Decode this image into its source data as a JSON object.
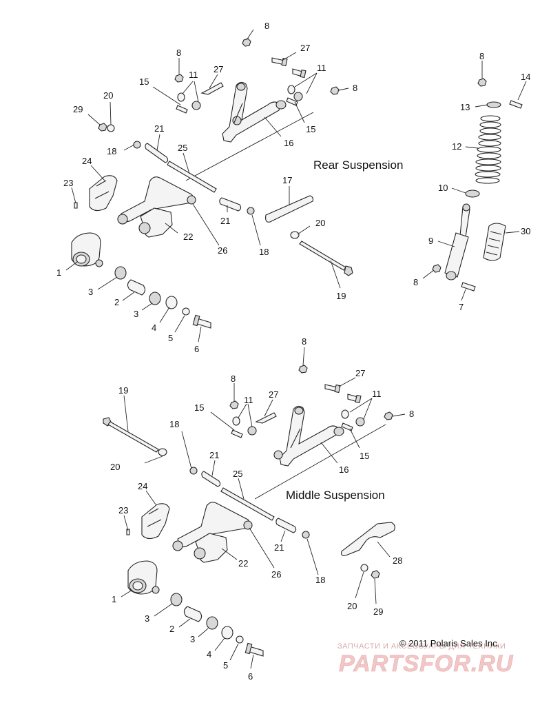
{
  "sections": {
    "rear": "Rear Suspension",
    "middle": "Middle Suspension"
  },
  "copyright": "© 2011 Polaris Sales Inc.",
  "watermark": {
    "small": "ЗАПЧАСТИ И АКСЕССУАРЫ ДЛЯ ТЕХНИКИ",
    "brand": "PARTSFOR.RU"
  },
  "callouts": {
    "rear": [
      {
        "id": "r8a",
        "label": "8"
      },
      {
        "id": "r27a",
        "label": "27"
      },
      {
        "id": "r8b",
        "label": "8"
      },
      {
        "id": "r27b",
        "label": "27"
      },
      {
        "id": "r11a",
        "label": "11"
      },
      {
        "id": "r11b",
        "label": "11"
      },
      {
        "id": "r8c",
        "label": "8"
      },
      {
        "id": "r15a",
        "label": "15"
      },
      {
        "id": "r20a",
        "label": "20"
      },
      {
        "id": "r29",
        "label": "29"
      },
      {
        "id": "r15b",
        "label": "15"
      },
      {
        "id": "r16",
        "label": "16"
      },
      {
        "id": "r21a",
        "label": "21"
      },
      {
        "id": "r18a",
        "label": "18"
      },
      {
        "id": "r25",
        "label": "25"
      },
      {
        "id": "r24",
        "label": "24"
      },
      {
        "id": "r23",
        "label": "23"
      },
      {
        "id": "r17",
        "label": "17"
      },
      {
        "id": "r21b",
        "label": "21"
      },
      {
        "id": "r22",
        "label": "22"
      },
      {
        "id": "r26",
        "label": "26"
      },
      {
        "id": "r18b",
        "label": "18"
      },
      {
        "id": "r20b",
        "label": "20"
      },
      {
        "id": "r1",
        "label": "1"
      },
      {
        "id": "r3a",
        "label": "3"
      },
      {
        "id": "r2",
        "label": "2"
      },
      {
        "id": "r3b",
        "label": "3"
      },
      {
        "id": "r4",
        "label": "4"
      },
      {
        "id": "r5",
        "label": "5"
      },
      {
        "id": "r6",
        "label": "6"
      },
      {
        "id": "r19",
        "label": "19"
      }
    ],
    "shock": [
      {
        "id": "s8a",
        "label": "8"
      },
      {
        "id": "s14",
        "label": "14"
      },
      {
        "id": "s13",
        "label": "13"
      },
      {
        "id": "s12",
        "label": "12"
      },
      {
        "id": "s10",
        "label": "10"
      },
      {
        "id": "s30",
        "label": "30"
      },
      {
        "id": "s9",
        "label": "9"
      },
      {
        "id": "s8b",
        "label": "8"
      },
      {
        "id": "s7",
        "label": "7"
      }
    ],
    "middle": [
      {
        "id": "m8a",
        "label": "8"
      },
      {
        "id": "m27a",
        "label": "27"
      },
      {
        "id": "m8b",
        "label": "8"
      },
      {
        "id": "m11a",
        "label": "11"
      },
      {
        "id": "m27b",
        "label": "27"
      },
      {
        "id": "m11b",
        "label": "11"
      },
      {
        "id": "m8c",
        "label": "8"
      },
      {
        "id": "m19",
        "label": "19"
      },
      {
        "id": "m15a",
        "label": "15"
      },
      {
        "id": "m18a",
        "label": "18"
      },
      {
        "id": "m15b",
        "label": "15"
      },
      {
        "id": "m21a",
        "label": "21"
      },
      {
        "id": "m16",
        "label": "16"
      },
      {
        "id": "m20a",
        "label": "20"
      },
      {
        "id": "m25",
        "label": "25"
      },
      {
        "id": "m24",
        "label": "24"
      },
      {
        "id": "m23",
        "label": "23"
      },
      {
        "id": "m21b",
        "label": "21"
      },
      {
        "id": "m28",
        "label": "28"
      },
      {
        "id": "m22",
        "label": "22"
      },
      {
        "id": "m26",
        "label": "26"
      },
      {
        "id": "m18b",
        "label": "18"
      },
      {
        "id": "m1",
        "label": "1"
      },
      {
        "id": "m20b",
        "label": "20"
      },
      {
        "id": "m29",
        "label": "29"
      },
      {
        "id": "m3a",
        "label": "3"
      },
      {
        "id": "m2",
        "label": "2"
      },
      {
        "id": "m3b",
        "label": "3"
      },
      {
        "id": "m4",
        "label": "4"
      },
      {
        "id": "m5",
        "label": "5"
      },
      {
        "id": "m6",
        "label": "6"
      }
    ]
  }
}
